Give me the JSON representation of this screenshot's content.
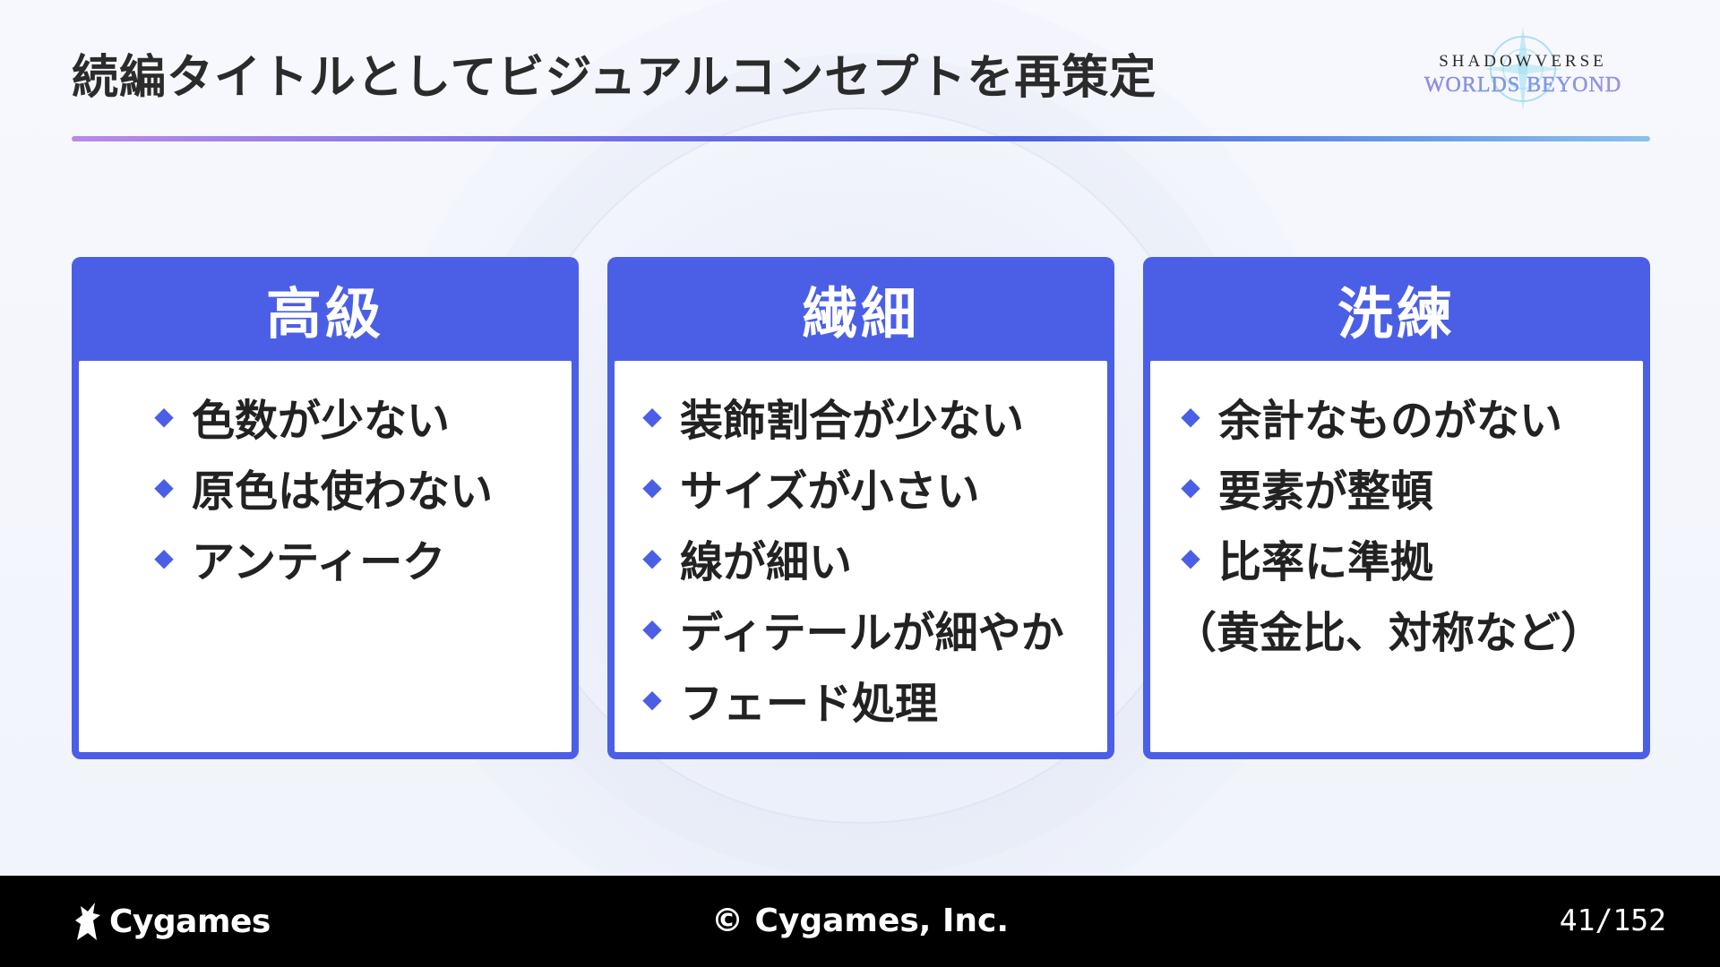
{
  "slide": {
    "title": "続編タイトルとしてビジュアルコンセプトを再策定",
    "logo": {
      "line1": "SHADOWVERSE",
      "line2": "WORLDS BEYOND"
    },
    "cards": [
      {
        "heading": "高級",
        "items": [
          "色数が少ない",
          "原色は使わない",
          "アンティーク"
        ]
      },
      {
        "heading": "繊細",
        "items": [
          "装飾割合が少ない",
          "サイズが小さい",
          "線が細い",
          "ディテールが細やか",
          "フェード処理"
        ]
      },
      {
        "heading": "洗練",
        "items": [
          "余計なものがない",
          "要素が整頓",
          "比率に準拠"
        ],
        "note": "（黄金比、対称など）"
      }
    ],
    "bullet_glyph": "◆",
    "colors": {
      "accent": "#4b5fe6",
      "text": "#222222",
      "footer_bg": "#000000"
    }
  },
  "footer": {
    "brand": "Cygames",
    "copyright": "© Cygames, Inc.",
    "page": "41/152"
  }
}
